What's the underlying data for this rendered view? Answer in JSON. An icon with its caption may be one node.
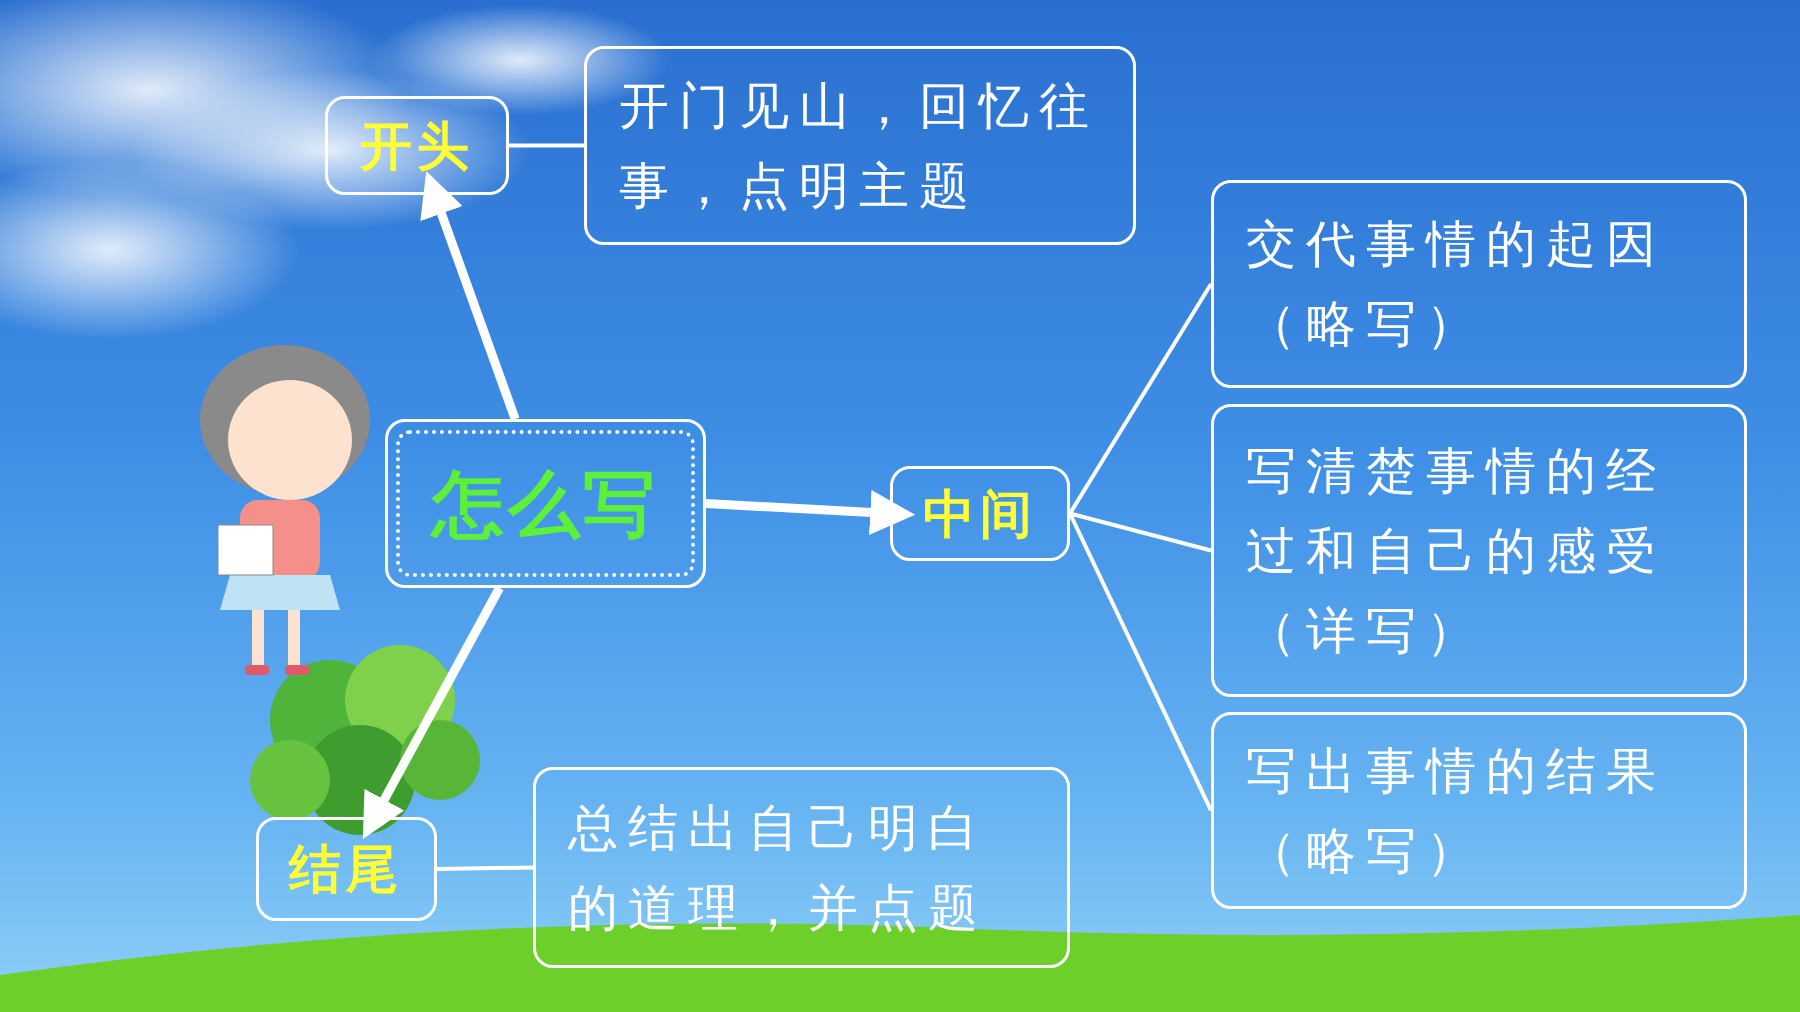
{
  "diagram": {
    "nodes": [
      {
        "text": [
          "怎么写"
        ]
      },
      {
        "text": [
          "开头"
        ]
      },
      {
        "text": [
          "开门见山，回忆往事，点明主题"
        ]
      },
      {
        "text": [
          "中间"
        ]
      },
      {
        "text": [
          "交代事情的起因（略写）"
        ]
      },
      {
        "text": [
          "写清楚事情的经过和自己的感受（详写）"
        ]
      },
      {
        "text": [
          "写出事情的结果（略写）"
        ]
      },
      {
        "text": [
          "结尾"
        ]
      },
      {
        "text": [
          "总结出自己明白的道理，并点题"
        ]
      }
    ],
    "edges": [
      {
        "from": 0,
        "to": 1,
        "arrow": "to",
        "style": "thick"
      },
      {
        "from": 0,
        "to": 3,
        "arrow": "to",
        "style": "thick"
      },
      {
        "from": 0,
        "to": 7,
        "arrow": "to",
        "style": "thick"
      },
      {
        "from": 1,
        "to": 2,
        "arrow": "none"
      },
      {
        "from": 3,
        "to": 4,
        "arrow": "none"
      },
      {
        "from": 3,
        "to": 5,
        "arrow": "none"
      },
      {
        "from": 3,
        "to": 6,
        "arrow": "none"
      },
      {
        "from": 7,
        "to": 8,
        "arrow": "none"
      }
    ]
  }
}
